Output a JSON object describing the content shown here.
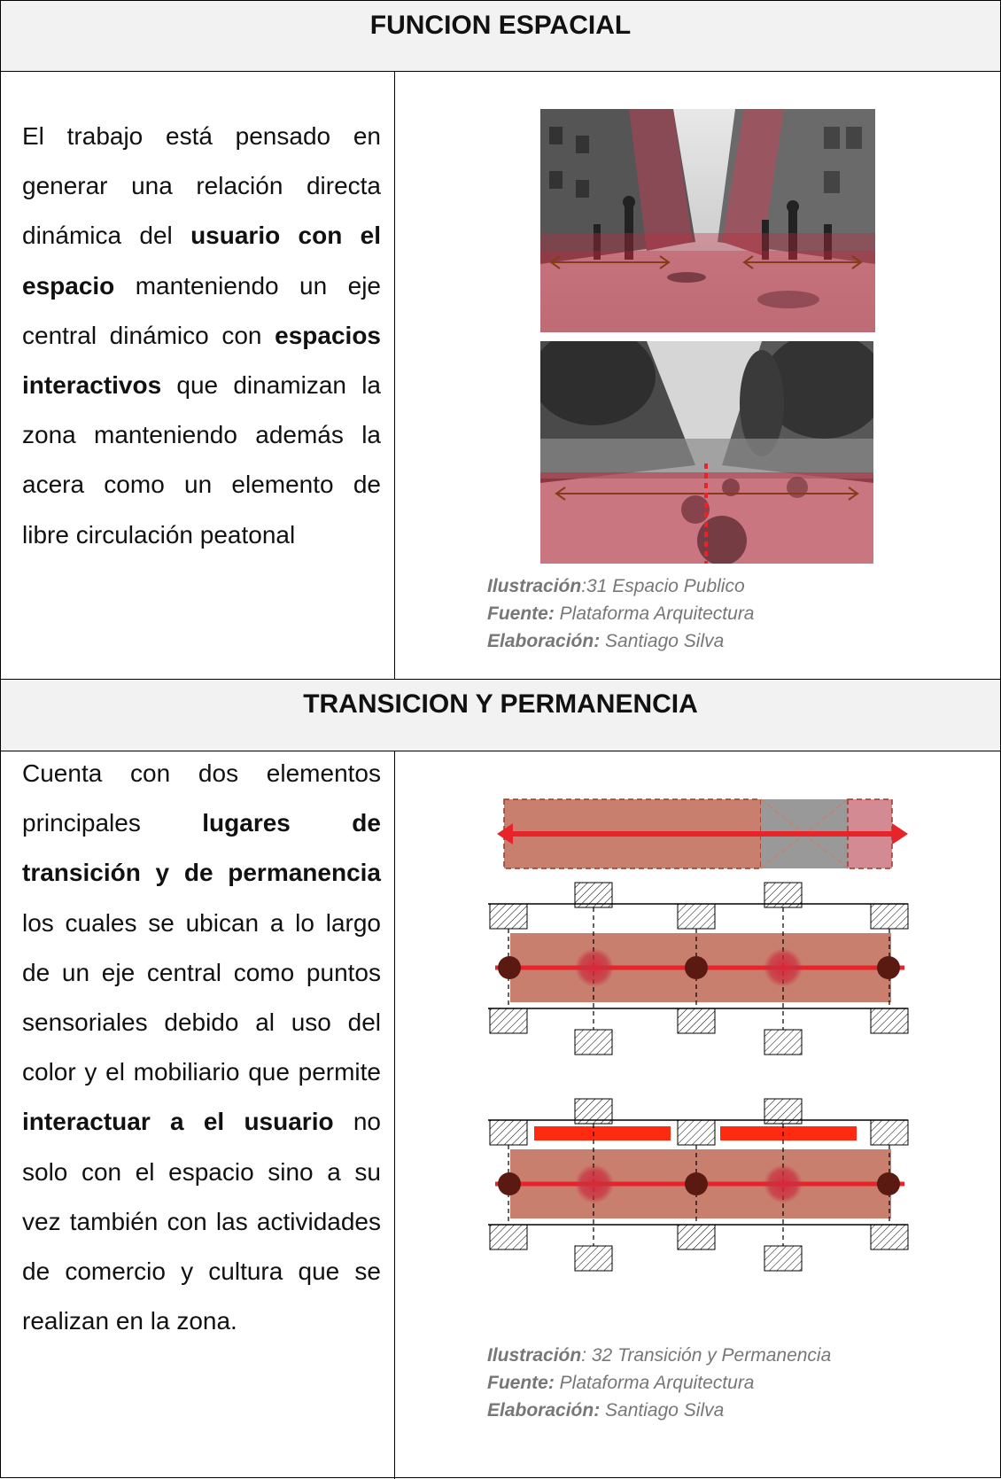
{
  "section1": {
    "title": "FUNCION ESPACIAL",
    "paragraph": [
      {
        "text": "El trabajo está pensado en generar una relación directa dinámica del ",
        "bold": false
      },
      {
        "text": "usuario con el espacio",
        "bold": true
      },
      {
        "text": " manteniendo un eje central dinámico con ",
        "bold": false
      },
      {
        "text": "espacios interactivos",
        "bold": true
      },
      {
        "text": " que dinamizan la zona manteniendo además la acera como un elemento de libre circulación peatonal",
        "bold": false
      }
    ],
    "caption": {
      "line1_label": "Ilustración",
      "line1_text": ":31 Espacio Publico",
      "line2_label": "Fuente:",
      "line2_text": " Plataforma Arquitectura",
      "line3_label": "Elaboración:",
      "line3_text": " Santiago Silva"
    }
  },
  "section2": {
    "title": "TRANSICION Y PERMANENCIA",
    "paragraph": [
      {
        "text": "Cuenta con dos elementos principales ",
        "bold": false
      },
      {
        "text": "lugares de transición y de permanencia",
        "bold": true
      },
      {
        "text": " los cuales se ubican a lo largo de un eje central como puntos sensoriales debido al uso del color y el mobiliario que permite ",
        "bold": false
      },
      {
        "text": "interactuar a el usuario",
        "bold": true
      },
      {
        "text": " no solo con el espacio sino a su vez también con las actividades de comercio y cultura que se realizan en la zona.",
        "bold": false
      }
    ],
    "caption": {
      "line1_label": "Ilustración",
      "line1_text": ": 32 Transición y Permanencia",
      "line2_label": "Fuente:",
      "line2_text": " Plataforma Arquitectura",
      "line3_label": "Elaboración:",
      "line3_text": " Santiago Silva"
    }
  },
  "colors": {
    "header_bg": "#f2f2f2",
    "overlay_red": "#c0283c",
    "axis_red": "#e8242a",
    "band_brown": "#c97f6e",
    "caption_grey": "#777777"
  }
}
